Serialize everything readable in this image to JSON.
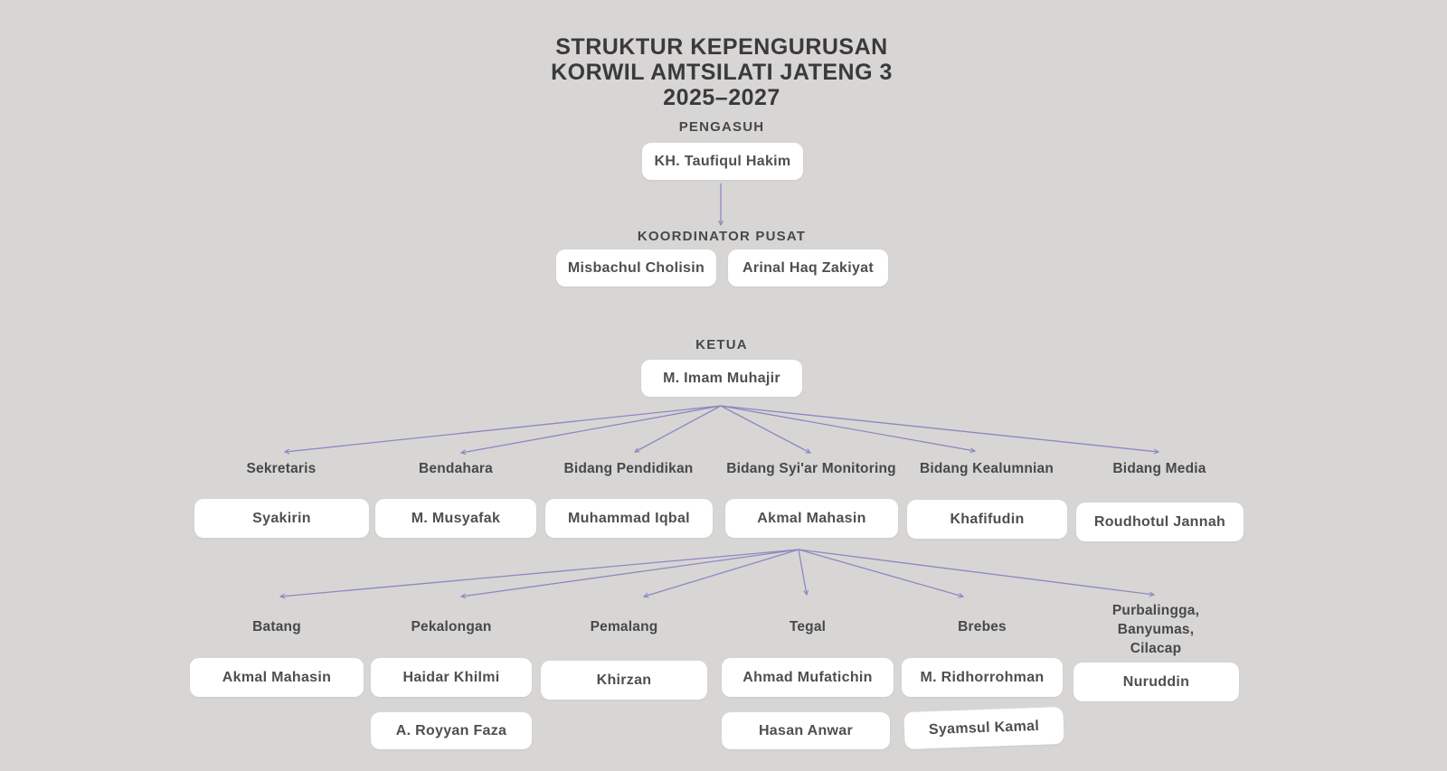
{
  "colors": {
    "background": "#d7d6d4",
    "box": "#ffffff",
    "arrow": "#8d87c3",
    "title_text": "#3a3a3c",
    "label_text": "#47484a",
    "name_text": "#4d4f52"
  },
  "title": {
    "line1": "STRUKTUR KEPENGURUSAN",
    "line2": "KORWIL AMTSILATI JATENG 3",
    "line3": "2025–2027"
  },
  "pengasuh": {
    "label": "PENGASUH",
    "name": "KH. Taufiqul Hakim"
  },
  "koordinator_pusat": {
    "label": "KOORDINATOR PUSAT",
    "members": [
      {
        "name": "Misbachul Cholisin"
      },
      {
        "name": "Arinal Haq Zakiyat"
      }
    ]
  },
  "ketua": {
    "label": "KETUA",
    "name": "M. Imam Muhajir"
  },
  "divisions": [
    {
      "title": "Sekretaris",
      "name": "Syakirin"
    },
    {
      "title": "Bendahara",
      "name": "M. Musyafak"
    },
    {
      "title": "Bidang Pendidikan",
      "name": "Muhammad Iqbal"
    },
    {
      "title": "Bidang Syi'ar Monitoring",
      "name": "Akmal Mahasin"
    },
    {
      "title": "Bidang Kealumnian",
      "name": "Khafifudin"
    },
    {
      "title": "Bidang Media",
      "name": "Roudhotul Jannah"
    }
  ],
  "regions": [
    {
      "title": "Batang",
      "members": [
        "Akmal Mahasin"
      ]
    },
    {
      "title": "Pekalongan",
      "members": [
        "Haidar Khilmi",
        "A. Royyan Faza"
      ]
    },
    {
      "title": "Pemalang",
      "members": [
        "Khirzan"
      ]
    },
    {
      "title": "Tegal",
      "members": [
        "Ahmad Mufatichin",
        "Hasan Anwar"
      ]
    },
    {
      "title": "Brebes",
      "members": [
        "M. Ridhorrohman",
        "Syamsul Kamal"
      ]
    },
    {
      "title": "Purbalingga,\nBanyumas,\nCilacap",
      "members": [
        "Nuruddin"
      ]
    }
  ]
}
